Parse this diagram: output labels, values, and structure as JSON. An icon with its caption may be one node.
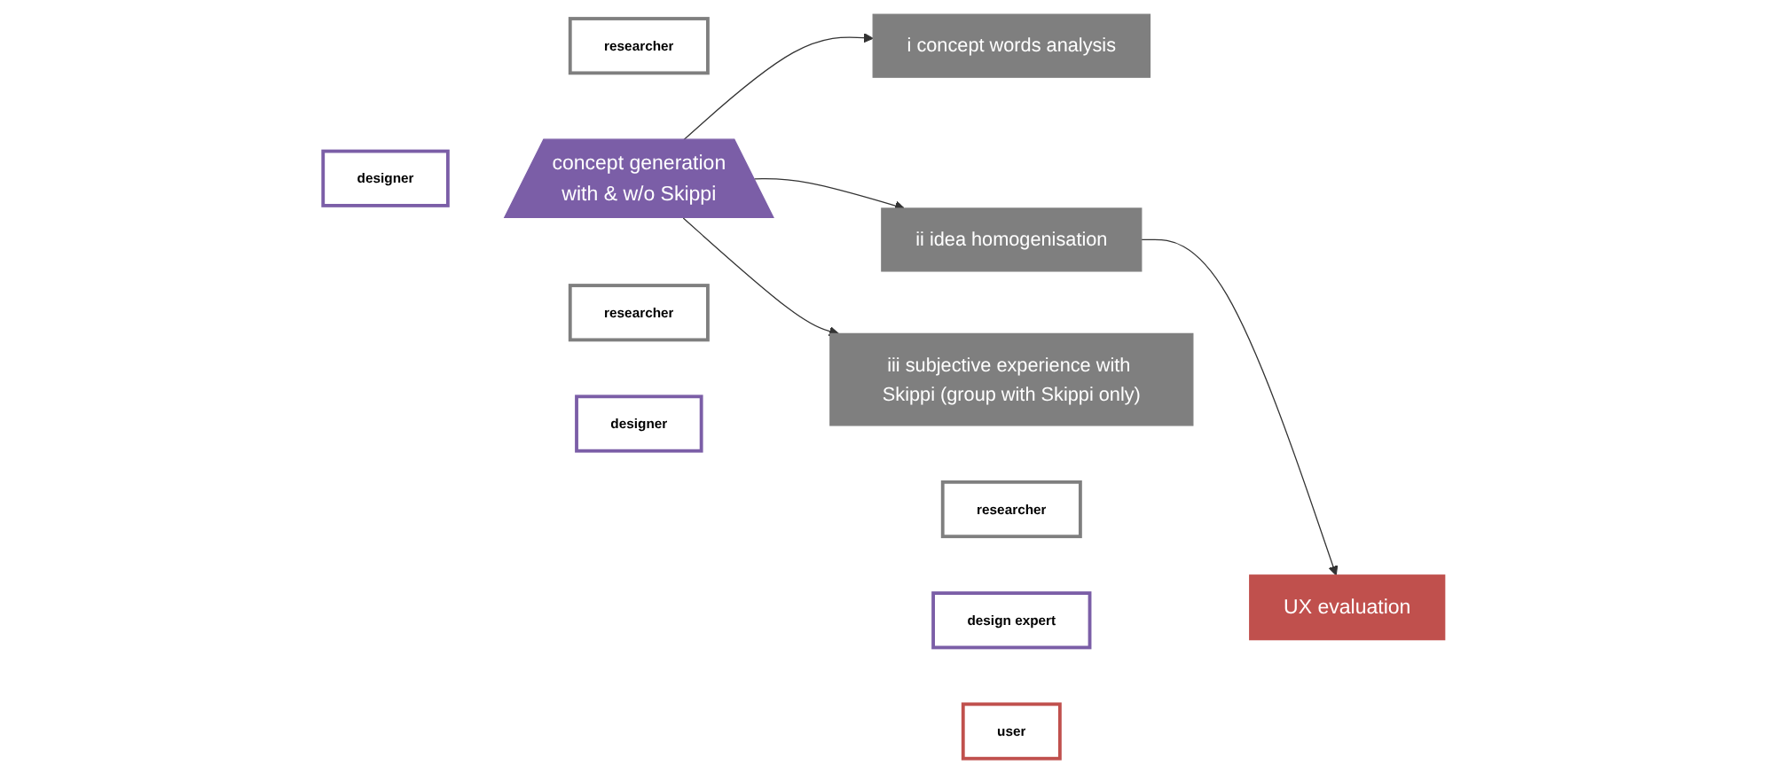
{
  "diagram": {
    "nodes": [
      {
        "text": [
          "concept generation",
          "with & w/o Skippi"
        ]
      },
      {
        "text": [
          "designer"
        ]
      },
      {
        "text": [
          "i concept words analysis"
        ]
      },
      {
        "text": [
          "researcher"
        ]
      },
      {
        "text": [
          "ii idea homogenisation"
        ]
      },
      {
        "text": [
          "researcher"
        ]
      },
      {
        "text": [
          "iii subjective experience with Skippi (group with Skippi only)"
        ]
      },
      {
        "text": [
          "designer"
        ]
      },
      {
        "text": [
          "UX evaluation"
        ]
      },
      {
        "text": [
          "researcher"
        ]
      },
      {
        "text": [
          "design expert"
        ]
      },
      {
        "text": [
          "user"
        ]
      }
    ],
    "edges": [
      {
        "from": 0,
        "to": 2,
        "arrow": "to"
      },
      {
        "from": 0,
        "to": 4,
        "arrow": "to"
      },
      {
        "from": 0,
        "to": 6,
        "arrow": "to"
      },
      {
        "from": 4,
        "to": 8,
        "arrow": "to"
      }
    ]
  }
}
